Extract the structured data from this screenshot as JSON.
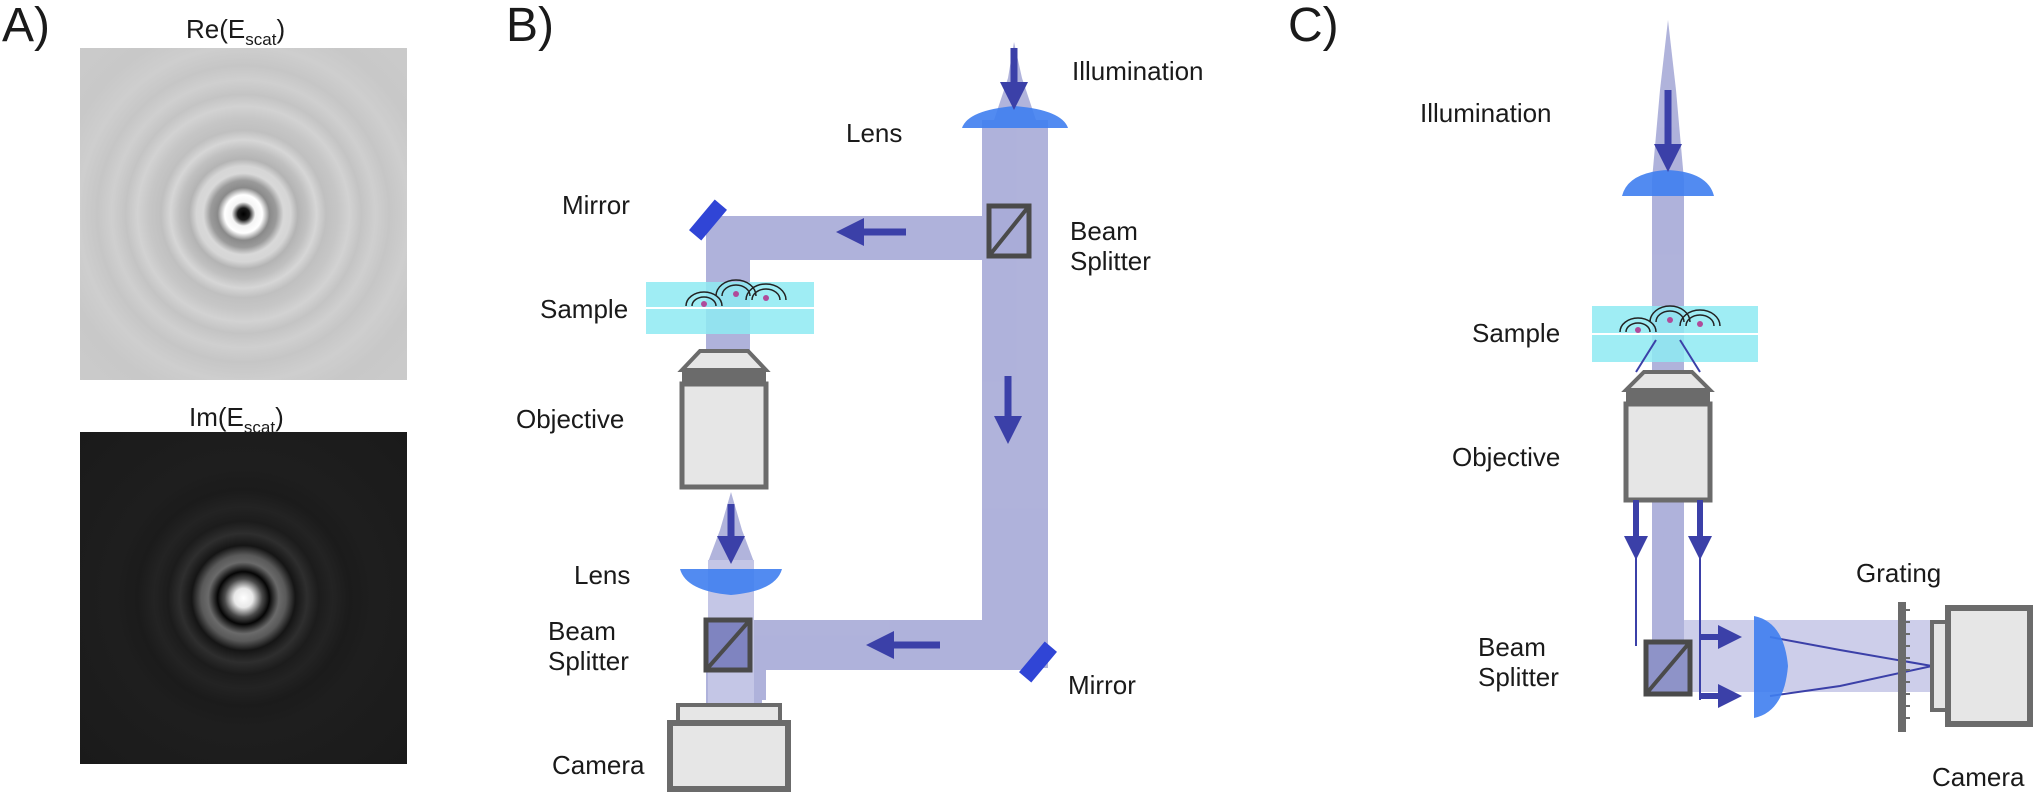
{
  "panels": {
    "a": {
      "letter": "A)",
      "re_title": {
        "prefix": "Re(E",
        "sub": "scat",
        "suffix": ")"
      },
      "im_title": {
        "prefix": "Im(E",
        "sub": "scat",
        "suffix": ")"
      }
    },
    "b": {
      "letter": "B)",
      "labels": {
        "illumination": "Illumination",
        "lens_top": "Lens",
        "mirror_top": "Mirror",
        "beam_splitter_top": [
          "Beam",
          "Splitter"
        ],
        "sample": "Sample",
        "objective": "Objective",
        "lens_bottom": "Lens",
        "beam_splitter_bottom": [
          "Beam",
          "Splitter"
        ],
        "mirror_bottom": "Mirror",
        "camera": "Camera"
      }
    },
    "c": {
      "letter": "C)",
      "labels": {
        "illumination": "Illumination",
        "sample": "Sample",
        "objective": "Objective",
        "grating": "Grating",
        "beam_splitter": [
          "Beam",
          "Splitter"
        ],
        "camera": "Camera"
      }
    }
  },
  "colors": {
    "beam": "#a9acd8",
    "arrow": "#3b40a8",
    "lens": "#3f7ef0",
    "mirror": "#3045d6",
    "sample": "#8eeaf2",
    "optics_gray": "#6b6b6b",
    "optics_fill": "#e6e6e6"
  }
}
